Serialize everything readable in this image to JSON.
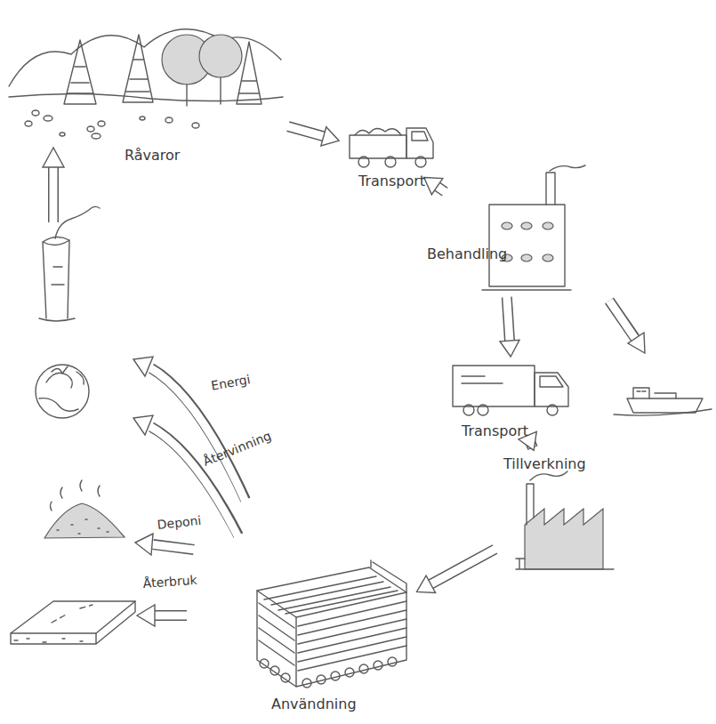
{
  "diagram": {
    "nodes": [
      {
        "text": [
          "Råvaror"
        ]
      },
      {
        "text": [
          "Transport"
        ]
      },
      {
        "text": [
          "Behandling"
        ]
      },
      {
        "text": [
          "Transport"
        ]
      },
      {
        "text": [
          "Tillverkning"
        ]
      },
      {
        "text": [
          "Användning"
        ]
      }
    ],
    "edges": [
      {
        "from": 0,
        "to": 1,
        "arrow": "to"
      },
      {
        "from": 1,
        "to": 2,
        "arrow": "to"
      },
      {
        "from": 2,
        "to": 3,
        "arrow": "to"
      },
      {
        "from": 3,
        "to": 4,
        "arrow": "to"
      },
      {
        "from": 4,
        "to": 5,
        "arrow": "to"
      }
    ],
    "labels": [
      "Energi",
      "Återvinning",
      "Deponi",
      "Återbruk"
    ]
  }
}
